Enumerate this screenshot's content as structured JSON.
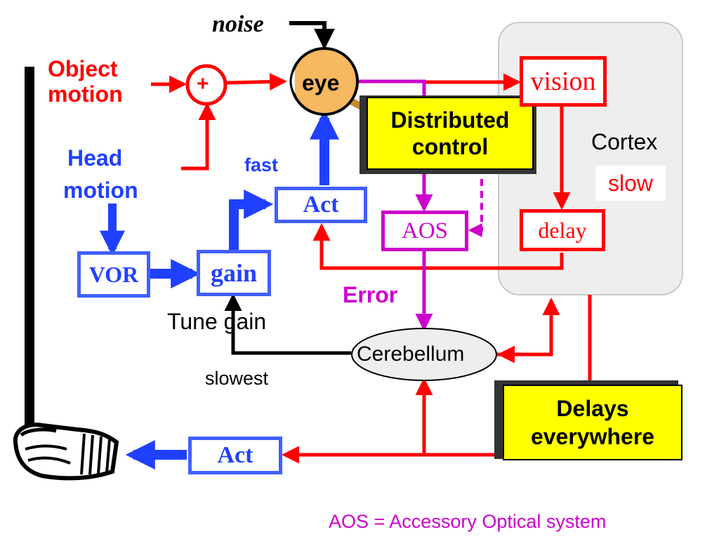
{
  "labels": {
    "noise": "noise",
    "object_motion": [
      "Object",
      "motion"
    ],
    "head_motion": [
      "Head",
      "motion"
    ],
    "plus": "+",
    "eye": "eye",
    "distributed_control": [
      "Distributed",
      "control"
    ],
    "vision": "vision",
    "cortex": "Cortex",
    "slow": "slow",
    "fast": "fast",
    "act_top": "Act",
    "aos": "AOS",
    "delay": "delay",
    "vor": "VOR",
    "gain": "gain",
    "error": "Error",
    "tune_gain": "Tune gain",
    "cerebellum": "Cerebellum",
    "slowest": "slowest",
    "delays_everywhere": [
      "Delays",
      "everywhere"
    ],
    "act_bottom": "Act",
    "footnote": "AOS = Accessory Optical system"
  },
  "colors": {
    "red": "#ff0000",
    "blue": "#2040ff",
    "magenta": "#cc00cc",
    "black": "#000000",
    "yellow": "#ffff00",
    "eye_fill": "#f6b860",
    "cortex_panel": "#eeeeee"
  },
  "icons": {
    "hand": "hand-holding-stick-icon"
  }
}
